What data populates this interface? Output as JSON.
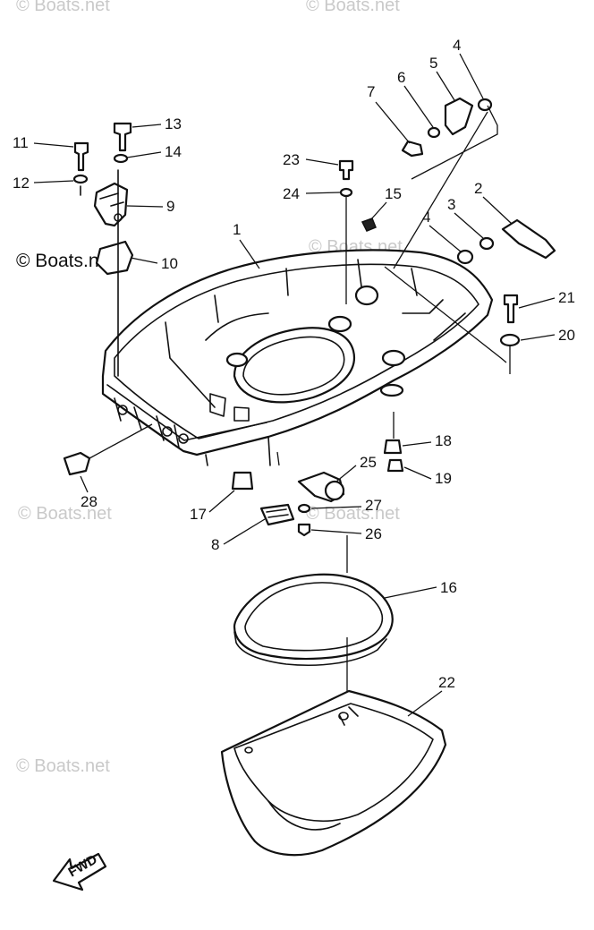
{
  "watermark": {
    "text": "© Boats.net"
  },
  "fwd_label": "FWD",
  "callouts": [
    {
      "id": "c1",
      "label": "1"
    },
    {
      "id": "c2",
      "label": "2"
    },
    {
      "id": "c3",
      "label": "3"
    },
    {
      "id": "c4a",
      "label": "4"
    },
    {
      "id": "c4b",
      "label": "4"
    },
    {
      "id": "c5",
      "label": "5"
    },
    {
      "id": "c6",
      "label": "6"
    },
    {
      "id": "c7",
      "label": "7"
    },
    {
      "id": "c8",
      "label": "8"
    },
    {
      "id": "c9",
      "label": "9"
    },
    {
      "id": "c10",
      "label": "10"
    },
    {
      "id": "c11",
      "label": "11"
    },
    {
      "id": "c12",
      "label": "12"
    },
    {
      "id": "c13",
      "label": "13"
    },
    {
      "id": "c14",
      "label": "14"
    },
    {
      "id": "c15",
      "label": "15"
    },
    {
      "id": "c16",
      "label": "16"
    },
    {
      "id": "c17",
      "label": "17"
    },
    {
      "id": "c18",
      "label": "18"
    },
    {
      "id": "c19",
      "label": "19"
    },
    {
      "id": "c20",
      "label": "20"
    },
    {
      "id": "c21",
      "label": "21"
    },
    {
      "id": "c22",
      "label": "22"
    },
    {
      "id": "c23",
      "label": "23"
    },
    {
      "id": "c24",
      "label": "24"
    },
    {
      "id": "c25",
      "label": "25"
    },
    {
      "id": "c26",
      "label": "26"
    },
    {
      "id": "c27",
      "label": "27"
    },
    {
      "id": "c28",
      "label": "28"
    }
  ]
}
